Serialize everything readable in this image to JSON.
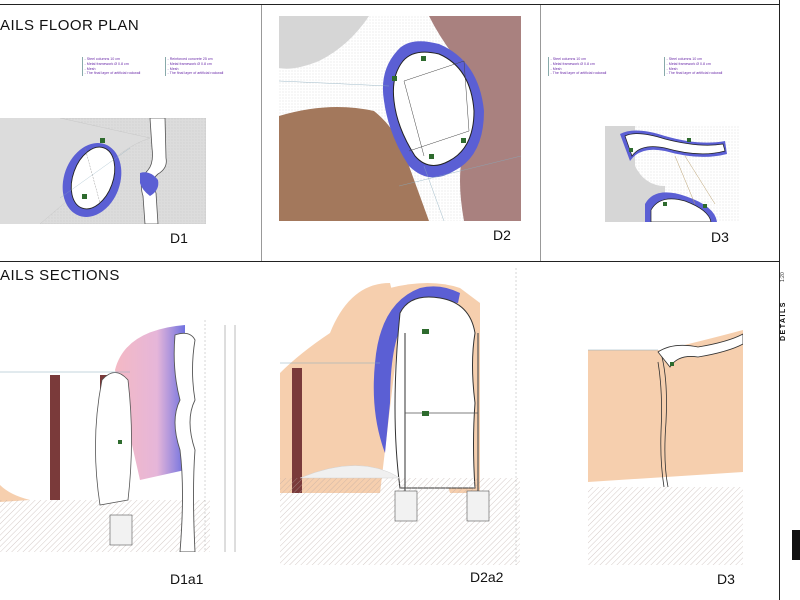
{
  "sheet": {
    "plan_title": "AILS FLOOR PLAN",
    "sections_title": "AILS SECTIONS",
    "sidebar_title": "DETAILS",
    "sidebar_scale": "1:20"
  },
  "panels": {
    "plan": [
      {
        "label": "D1"
      },
      {
        "label": "D2"
      },
      {
        "label": "D3"
      }
    ],
    "sections": [
      {
        "label": "D1a1"
      },
      {
        "label": "D2a2"
      },
      {
        "label": "D3"
      }
    ]
  },
  "notes": {
    "d1_left": [
      "- Steel columns 10 cm",
      "- Metal framework Ø 0.8 cm",
      "- Mesh",
      "- The final layer of artificial rockwall"
    ],
    "d1_right": [
      "- Reinforced concrete 25 cm",
      "- Metal framework Ø 0.8 cm",
      "- Mesh",
      "- The final layer of artificial rockwall"
    ],
    "d2": [
      "- Steel columns 10 cm",
      "- Metal framework Ø 0.8 cm",
      "- Mesh",
      "- The final layer of artificial rockwall"
    ],
    "d3": [
      "- Steel columns 10 cm",
      "- Metal framework Ø 0.8 cm",
      "- Mesh",
      "- The final layer of artificial rockwall"
    ]
  },
  "colors": {
    "rock_blue": "#5b5fd4",
    "ground_brown": "#a3785c",
    "mauve": "#a9817f",
    "peach": "#f6cfae",
    "pink": "#f4b9c4",
    "grey": "#d6d6d6",
    "hatch": "#b9a7a3",
    "green": "#2e6b2e",
    "annotation": "#6a2aa8",
    "brick": "#7a3a3a"
  }
}
